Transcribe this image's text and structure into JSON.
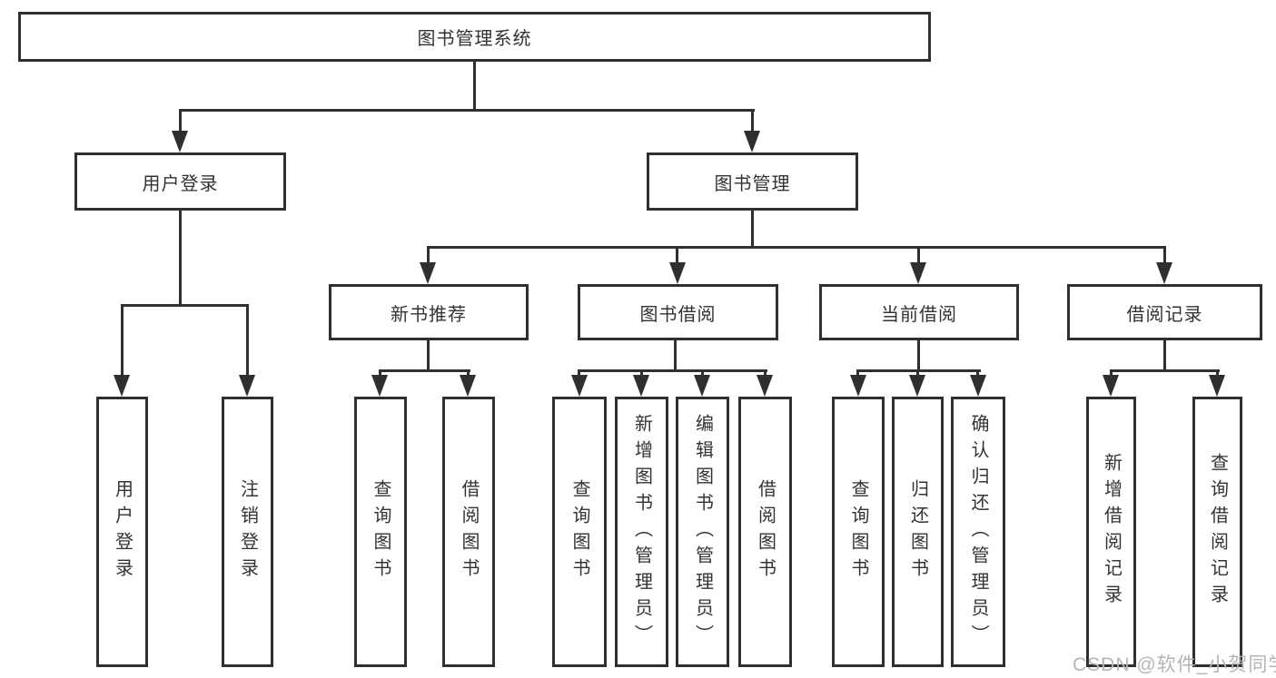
{
  "tree": {
    "root": "图书管理系统",
    "level2": {
      "user_login": "用户登录",
      "book_mgmt": "图书管理"
    },
    "user_login_children": [
      "用户登录",
      "注销登录"
    ],
    "book_mgmt_children": [
      "新书推荐",
      "图书借阅",
      "当前借阅",
      "借阅记录"
    ],
    "new_book_children": [
      "查询图书",
      "借阅图书"
    ],
    "book_borrow_children": [
      "查询图书",
      "新增图书（管理员）",
      "编辑图书（管理员）",
      "借阅图书"
    ],
    "current_borrow_children": [
      "查询图书",
      "归还图书",
      "确认归还（管理员）"
    ],
    "borrow_record_children": [
      "新增借阅记录",
      "查询借阅记录"
    ]
  },
  "watermark": "CSDN @软件_小贺同学",
  "colors": {
    "line": "#2f2f2f",
    "text": "#333333",
    "watermark": "#b5b5b5",
    "background": "#ffffff"
  }
}
